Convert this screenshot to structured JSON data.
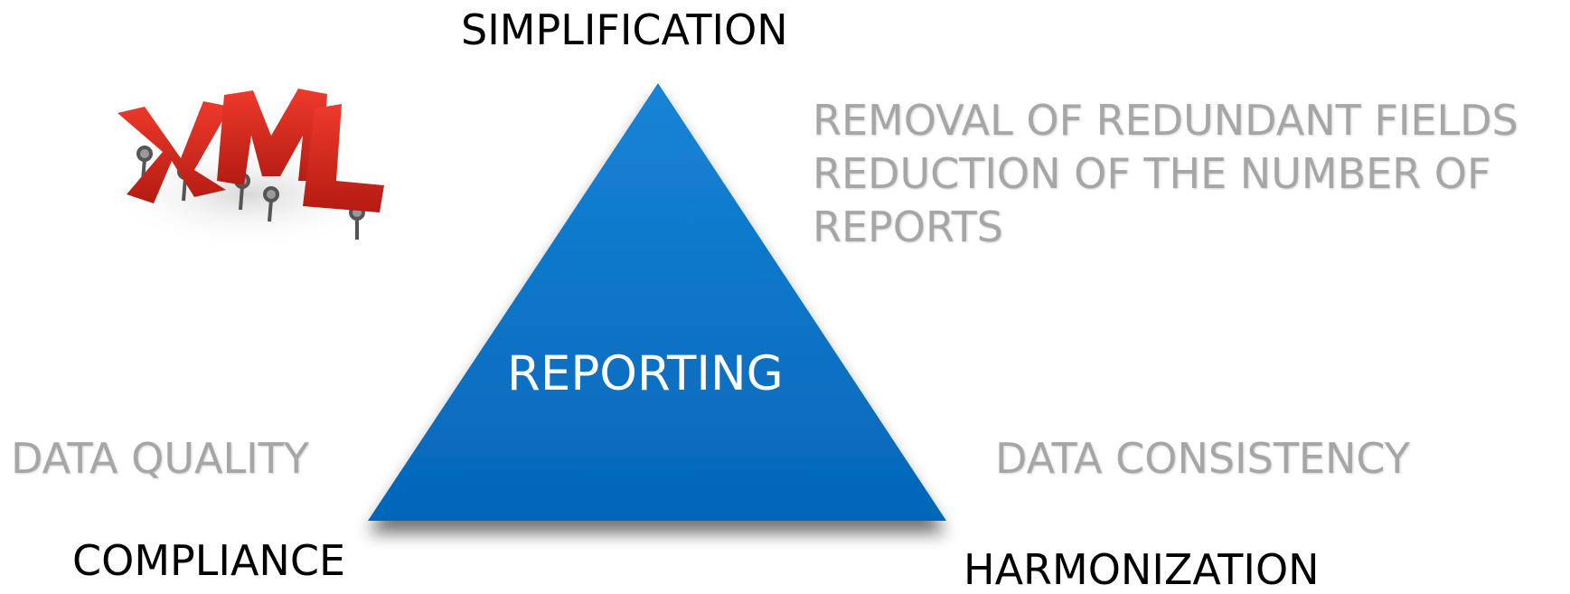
{
  "diagram": {
    "center_label": "REPORTING",
    "top_label": "SIMPLIFICATION",
    "bottom_left_label": "COMPLIANCE",
    "bottom_right_label": "HARMONIZATION",
    "top_right_notes": [
      "REMOVAL OF REDUNDANT FIELDS",
      "REDUCTION OF THE NUMBER OF",
      "REPORTS"
    ],
    "left_note": "DATA QUALITY",
    "right_note": "DATA CONSISTENCY",
    "logo_text": "XML",
    "colors": {
      "triangle": "#0670c5",
      "triangle_light": "#1a86d8",
      "note_text": "#a6a6a6",
      "logo_red": "#d9261c"
    }
  }
}
